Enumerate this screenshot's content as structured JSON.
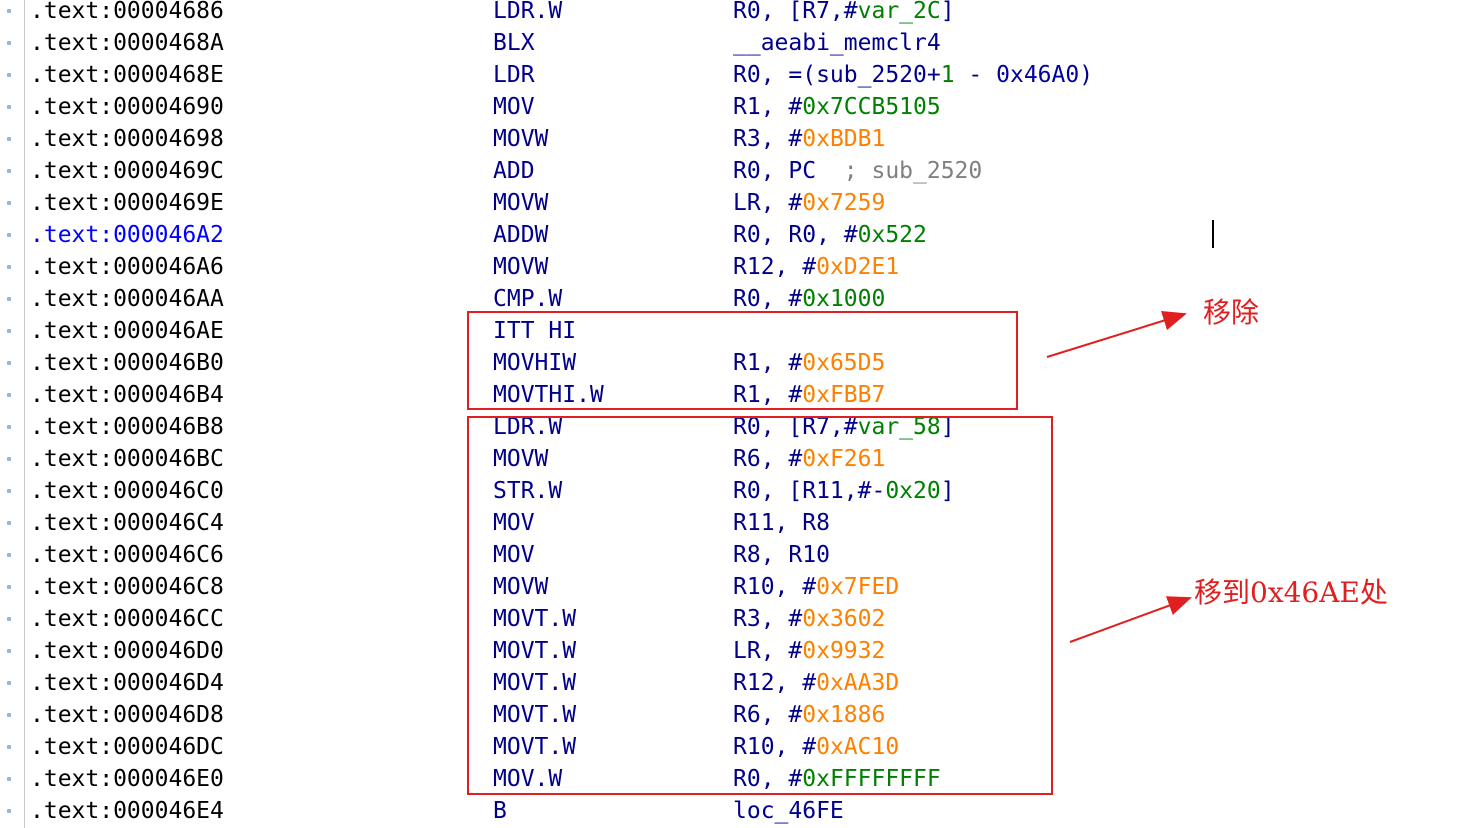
{
  "colors": {
    "address": "#000000",
    "address_highlight": "#0000ff",
    "mnemonic": "#00008b",
    "number_green": "#008000",
    "number_orange": "#ff8000",
    "comment": "#808080",
    "annotation": "#e02020"
  },
  "rows": [
    {
      "addr": ".text:00004686",
      "mnem": "LDR.W",
      "ops": [
        [
          "R0, [R7,#",
          "blue"
        ],
        [
          "var_2C",
          "green"
        ],
        [
          "]",
          "blue"
        ]
      ]
    },
    {
      "addr": ".text:0000468A",
      "mnem": "BLX",
      "ops": [
        [
          "__aeabi_memclr4",
          "blue"
        ]
      ]
    },
    {
      "addr": ".text:0000468E",
      "mnem": "LDR",
      "ops": [
        [
          "R0, =(sub_2520+",
          "blue"
        ],
        [
          "1",
          "green"
        ],
        [
          " - ",
          "blue"
        ],
        [
          "0x46A0",
          "navy"
        ],
        [
          ")",
          "blue"
        ]
      ]
    },
    {
      "addr": ".text:00004690",
      "mnem": "MOV",
      "ops": [
        [
          "R1, #",
          "blue"
        ],
        [
          "0x7CCB5105",
          "green"
        ]
      ]
    },
    {
      "addr": ".text:00004698",
      "mnem": "MOVW",
      "ops": [
        [
          "R3, #",
          "blue"
        ],
        [
          "0xBDB1",
          "orange"
        ]
      ]
    },
    {
      "addr": ".text:0000469C",
      "mnem": "ADD",
      "ops": [
        [
          "R0, PC  ",
          "blue"
        ],
        [
          "; sub_2520",
          "comment"
        ]
      ]
    },
    {
      "addr": ".text:0000469E",
      "mnem": "MOVW",
      "ops": [
        [
          "LR, #",
          "blue"
        ],
        [
          "0x7259",
          "orange"
        ]
      ]
    },
    {
      "addr": ".text:000046A2",
      "mnem": "ADDW",
      "highlight": true,
      "ops": [
        [
          "R0, R0, #",
          "blue"
        ],
        [
          "0x522",
          "green"
        ]
      ]
    },
    {
      "addr": ".text:000046A6",
      "mnem": "MOVW",
      "ops": [
        [
          "R12, #",
          "blue"
        ],
        [
          "0xD2E1",
          "orange"
        ]
      ]
    },
    {
      "addr": ".text:000046AA",
      "mnem": "CMP.W",
      "ops": [
        [
          "R0, #",
          "blue"
        ],
        [
          "0x1000",
          "green"
        ]
      ]
    },
    {
      "addr": ".text:000046AE",
      "mnem": "ITT HI",
      "ops": []
    },
    {
      "addr": ".text:000046B0",
      "mnem": "MOVHIW",
      "ops": [
        [
          "R1, #",
          "blue"
        ],
        [
          "0x65D5",
          "orange"
        ]
      ]
    },
    {
      "addr": ".text:000046B4",
      "mnem": "MOVTHI.W",
      "ops": [
        [
          "R1, #",
          "blue"
        ],
        [
          "0xFBB7",
          "orange"
        ]
      ]
    },
    {
      "addr": ".text:000046B8",
      "mnem": "LDR.W",
      "ops": [
        [
          "R0, [R7,#",
          "blue"
        ],
        [
          "var_58",
          "green"
        ],
        [
          "]",
          "blue"
        ]
      ]
    },
    {
      "addr": ".text:000046BC",
      "mnem": "MOVW",
      "ops": [
        [
          "R6, #",
          "blue"
        ],
        [
          "0xF261",
          "orange"
        ]
      ]
    },
    {
      "addr": ".text:000046C0",
      "mnem": "STR.W",
      "ops": [
        [
          "R0, [R11,#-",
          "blue"
        ],
        [
          "0x20",
          "green"
        ],
        [
          "]",
          "blue"
        ]
      ]
    },
    {
      "addr": ".text:000046C4",
      "mnem": "MOV",
      "ops": [
        [
          "R11, R8",
          "blue"
        ]
      ]
    },
    {
      "addr": ".text:000046C6",
      "mnem": "MOV",
      "ops": [
        [
          "R8, R10",
          "blue"
        ]
      ]
    },
    {
      "addr": ".text:000046C8",
      "mnem": "MOVW",
      "ops": [
        [
          "R10, #",
          "blue"
        ],
        [
          "0x7FED",
          "orange"
        ]
      ]
    },
    {
      "addr": ".text:000046CC",
      "mnem": "MOVT.W",
      "ops": [
        [
          "R3, #",
          "blue"
        ],
        [
          "0x3602",
          "orange"
        ]
      ]
    },
    {
      "addr": ".text:000046D0",
      "mnem": "MOVT.W",
      "ops": [
        [
          "LR, #",
          "blue"
        ],
        [
          "0x9932",
          "orange"
        ]
      ]
    },
    {
      "addr": ".text:000046D4",
      "mnem": "MOVT.W",
      "ops": [
        [
          "R12, #",
          "blue"
        ],
        [
          "0xAA3D",
          "orange"
        ]
      ]
    },
    {
      "addr": ".text:000046D8",
      "mnem": "MOVT.W",
      "ops": [
        [
          "R6, #",
          "blue"
        ],
        [
          "0x1886",
          "orange"
        ]
      ]
    },
    {
      "addr": ".text:000046DC",
      "mnem": "MOVT.W",
      "ops": [
        [
          "R10, #",
          "blue"
        ],
        [
          "0xAC10",
          "orange"
        ]
      ]
    },
    {
      "addr": ".text:000046E0",
      "mnem": "MOV.W",
      "ops": [
        [
          "R0, #",
          "blue"
        ],
        [
          "0xFFFFFFFF",
          "green"
        ]
      ]
    },
    {
      "addr": ".text:000046E4",
      "mnem": "B",
      "ops": [
        [
          "loc_46FE",
          "blue"
        ]
      ]
    }
  ],
  "annotations": {
    "remove_label": "移除",
    "move_label": "移到0x46AE处"
  }
}
